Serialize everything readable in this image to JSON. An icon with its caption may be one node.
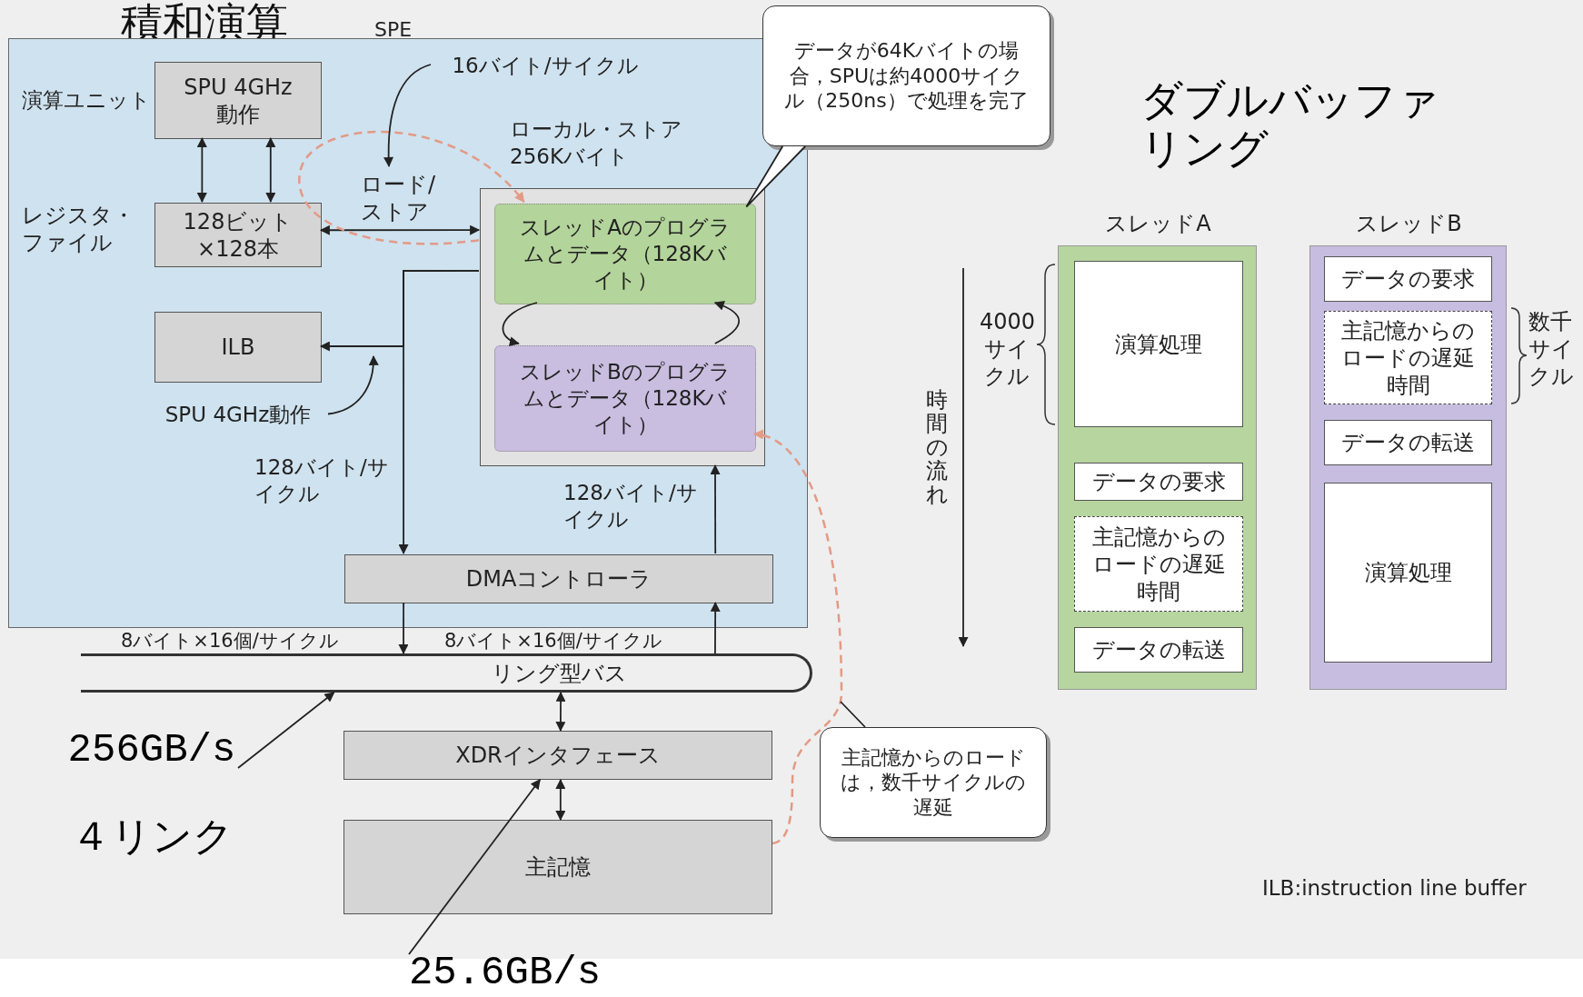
{
  "diagram": {
    "title": "積和演算",
    "nodes": [
      {
        "text": [
          "SPE"
        ]
      },
      {
        "text": [
          "SPU 4GHz動作"
        ],
        "in": 0,
        "beside": [
          "演算ユニット"
        ]
      },
      {
        "text": [
          "128ビット×128本"
        ],
        "in": 0,
        "beside": [
          "レジスタ・ファイル"
        ]
      },
      {
        "text": [
          "ILB"
        ],
        "in": 0
      },
      {
        "text": [
          "ローカル・ストア256Kバイト"
        ],
        "in": 0
      },
      {
        "text": [
          "スレッドAのプログラムとデータ（128Kバイト）"
        ],
        "in": 4
      },
      {
        "text": [
          "スレッドBのプログラムとデータ（128Kバイト）"
        ],
        "in": 4
      },
      {
        "text": [
          "DMAコントローラ"
        ],
        "in": 0
      },
      {
        "text": [
          "リング型バス"
        ]
      },
      {
        "text": [
          "XDRインタフェース"
        ]
      },
      {
        "text": [
          "主記憶"
        ]
      },
      {
        "text": [
          "データが64Kバイトの場合，SPUは約4000サイクル（250ns）で処理を完了"
        ]
      },
      {
        "text": [
          "主記憶からのロードは，数千サイクルの遅延"
        ]
      },
      {
        "text": [
          "16バイト/サイクル"
        ],
        "in": 0
      },
      {
        "text": [
          "SPU 4GHz動作"
        ],
        "in": 0
      },
      {
        "text": [
          "256GB/s"
        ]
      },
      {
        "text": [
          "25.6GB/s"
        ]
      },
      {
        "text": [
          "スレッドA"
        ]
      },
      {
        "text": [
          "演算処理"
        ],
        "in": 17
      },
      {
        "text": [
          "データの要求"
        ],
        "in": 17
      },
      {
        "text": [
          "主記憶からのロードの遅延時間"
        ],
        "in": 17
      },
      {
        "text": [
          "データの転送"
        ],
        "in": 17
      },
      {
        "text": [
          "スレッドB"
        ]
      },
      {
        "text": [
          "データの要求"
        ],
        "in": 22
      },
      {
        "text": [
          "主記憶からのロードの遅延時間"
        ],
        "in": 22
      },
      {
        "text": [
          "データの転送"
        ],
        "in": 22
      },
      {
        "text": [
          "演算処理"
        ],
        "in": 22
      },
      {
        "text": [
          "ロード/ストア"
        ],
        "in": 0
      }
    ],
    "edges": [
      {
        "from": 1,
        "to": 2,
        "arrow": "both"
      },
      {
        "from": 1,
        "to": 2,
        "arrow": "both"
      },
      {
        "from": 2,
        "to": 4,
        "arrow": "both"
      },
      {
        "from": 4,
        "to": 7,
        "arrow": "to"
      },
      {
        "from": 4,
        "to": 3,
        "arrow": "to"
      },
      {
        "from": 7,
        "to": 4,
        "arrow": "to"
      },
      {
        "from": 7,
        "to": 8,
        "arrow": "to"
      },
      {
        "from": 8,
        "to": 7,
        "arrow": "to"
      },
      {
        "from": 8,
        "to": 9,
        "arrow": "both"
      },
      {
        "from": 9,
        "to": 10,
        "arrow": "both"
      },
      {
        "from": 10,
        "to": 6,
        "arrow": "to",
        "style": "dashed",
        "color": "#e39a86"
      },
      {
        "from": 4,
        "to": 5,
        "arrow": "to",
        "style": "dashed",
        "color": "#e39a86"
      },
      {
        "from": 5,
        "to": 6,
        "arrow": "to"
      },
      {
        "from": 6,
        "to": 5,
        "arrow": "to"
      },
      {
        "from": 11,
        "to": 5,
        "arrow": "none"
      },
      {
        "from": 12,
        "to": null,
        "arrow": "none"
      },
      {
        "from": 13,
        "to": 27,
        "arrow": "to"
      },
      {
        "from": 14,
        "to": null,
        "arrow": "to"
      },
      {
        "from": 15,
        "to": 8,
        "arrow": "to"
      },
      {
        "from": 16,
        "to": 9,
        "arrow": "to"
      }
    ],
    "labels": [
      "128バイト/サイクル",
      "128バイト/サイクル",
      "8バイト×16個/サイクル",
      "8バイト×16個/サイクル",
      "４リンク",
      "ダブルバッファリング",
      "4000サイクル",
      "時間の流れ",
      "数千サイクル",
      "ILB:instruction line buffer"
    ]
  }
}
